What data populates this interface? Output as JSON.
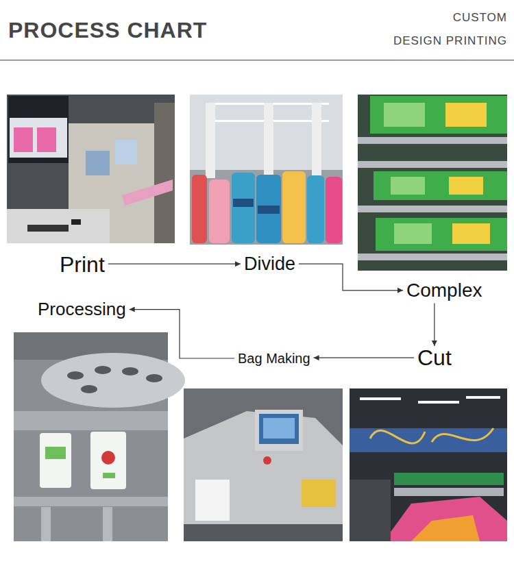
{
  "diagram": {
    "title": "PROCESS CHART",
    "nodes": [
      {
        "text": [
          "Print"
        ]
      },
      {
        "text": [
          "Divide"
        ]
      },
      {
        "text": [
          "Complex"
        ]
      },
      {
        "text": [
          "Cut"
        ]
      },
      {
        "text": [
          "Bag Making"
        ]
      },
      {
        "text": [
          "Processing"
        ]
      }
    ],
    "edges": [
      {
        "from": 0,
        "to": 1,
        "arrow": "to"
      },
      {
        "from": 1,
        "to": 2,
        "arrow": "to"
      },
      {
        "from": 2,
        "to": 3,
        "arrow": "to"
      },
      {
        "from": 3,
        "to": 4,
        "arrow": "to"
      },
      {
        "from": 4,
        "to": 5,
        "arrow": "to"
      }
    ],
    "labels": [
      "CUSTOM",
      "DESIGN PRINTING"
    ]
  }
}
